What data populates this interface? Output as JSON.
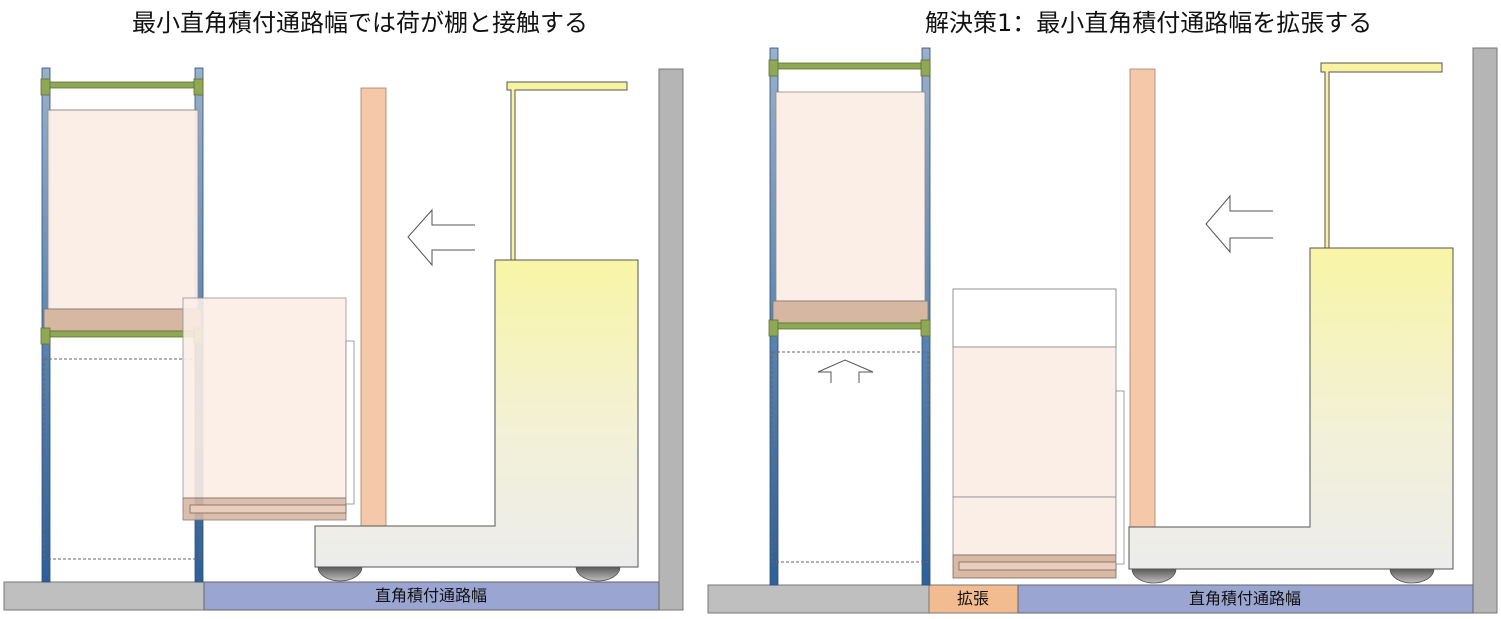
{
  "left_panel": {
    "title": "最小直角積付通路幅では荷が棚と接触する",
    "aisle_label": "直角積付通路幅"
  },
  "right_panel": {
    "title": "解決策1：最小直角積付通路幅を拡張する",
    "extension_label": "拡張",
    "aisle_label": "直角積付通路幅"
  },
  "colors": {
    "rack_post": "#3a6aa0",
    "rack_beam": "#8fa855",
    "load": "#fbeee6",
    "pallet": "#d9b8a4",
    "mast": "#f4c8a8",
    "forklift_top": "#f8f3a0",
    "forklift_bottom": "#eeeeee",
    "floor": "#bdbdbd",
    "aisle": "#8f9fcf",
    "extension": "#f2bb90",
    "wall": "#b0b0b0"
  }
}
